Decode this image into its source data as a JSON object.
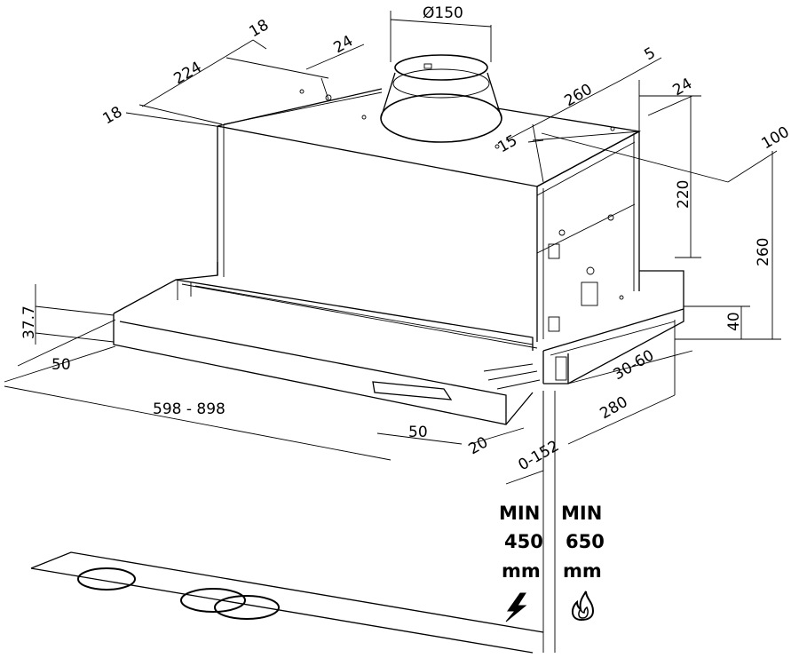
{
  "dimensions": {
    "duct_diameter": "Ø150",
    "top_18_right": "18",
    "top_224": "224",
    "top_24_left": "24",
    "top_18_left": "18",
    "depth_260": "260",
    "top_5": "5",
    "top_24_right": "24",
    "offset_15": "15",
    "side_100": "100",
    "height_220": "220",
    "height_260": "260",
    "height_40": "40",
    "front_37_7": "37.7",
    "front_50_left": "50",
    "width_range": "598 - 898",
    "front_50_bottom": "50",
    "front_20": "20",
    "range_0_152": "0-152",
    "range_30_60": "30-60",
    "depth_280": "280"
  },
  "clearances": {
    "electric": {
      "line1": "MIN",
      "line2": "450",
      "line3": "mm",
      "icon": "lightning-icon"
    },
    "gas": {
      "line1": "MIN",
      "line2": "650",
      "line3": "mm",
      "icon": "flame-icon"
    }
  }
}
